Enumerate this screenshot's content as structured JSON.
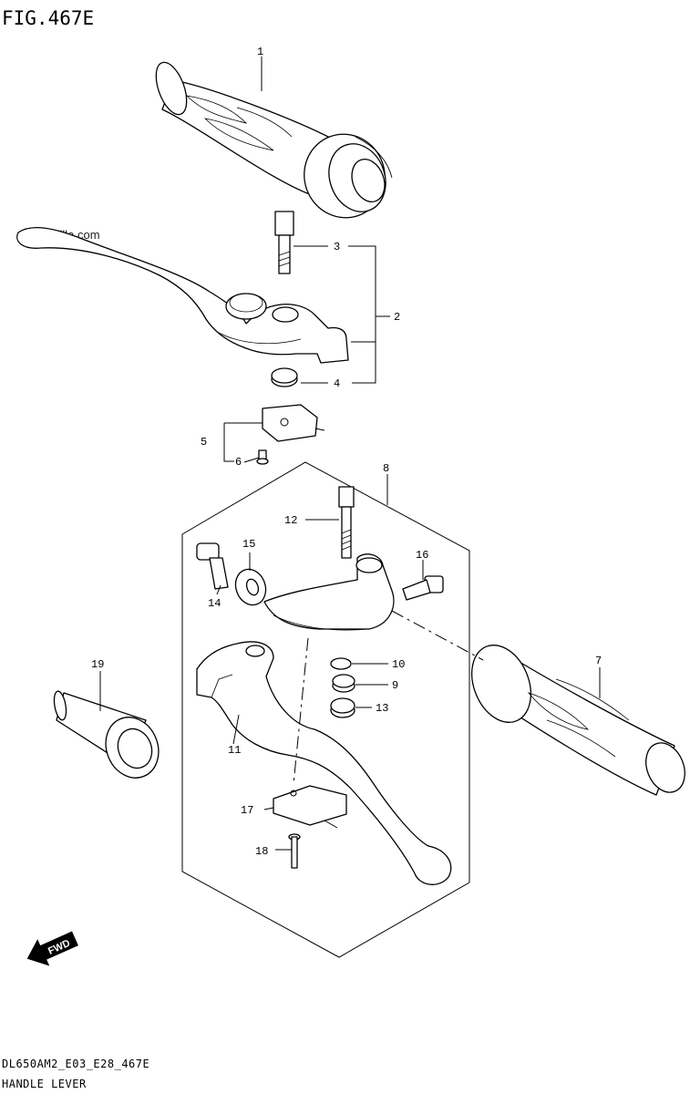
{
  "figure": {
    "title": "FIG.467E",
    "watermark": "© Partzilla.com",
    "footer_code": "DL650AM2_E03_E28_467E",
    "footer_name": "HANDLE LEVER",
    "fwd_label": "FWD"
  },
  "callouts": [
    "1",
    "2",
    "3",
    "4",
    "5",
    "6",
    "7",
    "8",
    "9",
    "10",
    "11",
    "12",
    "13",
    "14",
    "15",
    "16",
    "17",
    "18",
    "19"
  ]
}
